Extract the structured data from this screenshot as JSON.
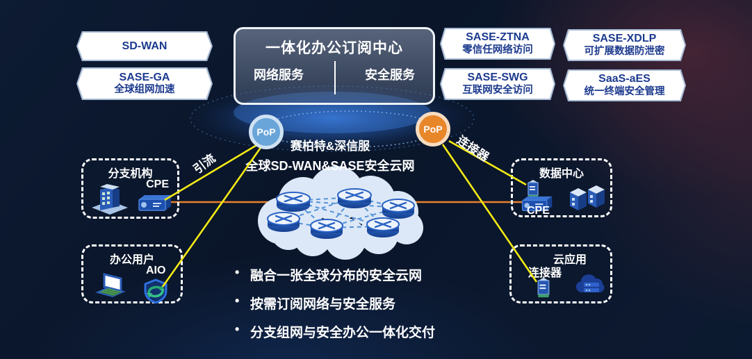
{
  "banners_left": [
    {
      "title": "SD-WAN",
      "subtitle": ""
    },
    {
      "title": "SASE-GA",
      "subtitle": "全球组网加速"
    }
  ],
  "center_box": {
    "title": "一体化办公订阅中心",
    "left_service": "网络服务",
    "right_service": "安全服务"
  },
  "banners_right": [
    {
      "title": "SASE-ZTNA",
      "subtitle": "零信任网络访问"
    },
    {
      "title": "SASE-XDLP",
      "subtitle": "可扩展数据防泄密"
    },
    {
      "title": "SASE-SWG",
      "subtitle": "互联网安全访问"
    },
    {
      "title": "SaaS-aES",
      "subtitle": "统一终端安全管理"
    }
  ],
  "pops": {
    "left_label": "PoP",
    "right_label": "PoP",
    "left_color": "#69a5d9",
    "right_color": "#e8862a"
  },
  "network": {
    "title_line1": "赛柏特&深信服",
    "title_line2": "全球SD-WAN&SASE安全云网"
  },
  "edge_labels": {
    "left": "引流",
    "right": "连接器"
  },
  "site_boxes": {
    "branch": {
      "title": "分支机构",
      "device_label": "CPE"
    },
    "office": {
      "title": "办公用户",
      "device_label": "AIO"
    },
    "datacenter": {
      "title": "数据中心",
      "device_label": "CPE"
    },
    "cloud_app": {
      "title": "云应用",
      "device_label": "连接器"
    }
  },
  "bullets": [
    "融合一张全球分布的安全云网",
    "按需订阅网络与安全服务",
    "分支组网与安全办公一体化交付"
  ],
  "icons": {
    "branch": "building-icon",
    "branch_device": "cpe-appliance-icon",
    "office": "laptop-icon",
    "office_device": "shield-sync-icon",
    "datacenter_vm": "vm-server-icon",
    "datacenter_device": "cpe-appliance-icon",
    "datacenter_servers": "server-cubes-icon",
    "cloud_app_vm": "vm-server-icon",
    "cloud_app_cloud": "cloud-servers-icon",
    "mesh_node": "router-icon"
  },
  "colors": {
    "background": "#0c1a31",
    "accent_red_glow": "#6e2d3a",
    "yellow_link": "#f4eb15",
    "orange_link": "#e8822d",
    "banner_text": "#1c3a8e",
    "banner_fill": "#ffffff",
    "cloud_fill": "#dce8f7",
    "mesh_line": "#4e8ed8",
    "glow_blue": "#2f6fd1"
  }
}
